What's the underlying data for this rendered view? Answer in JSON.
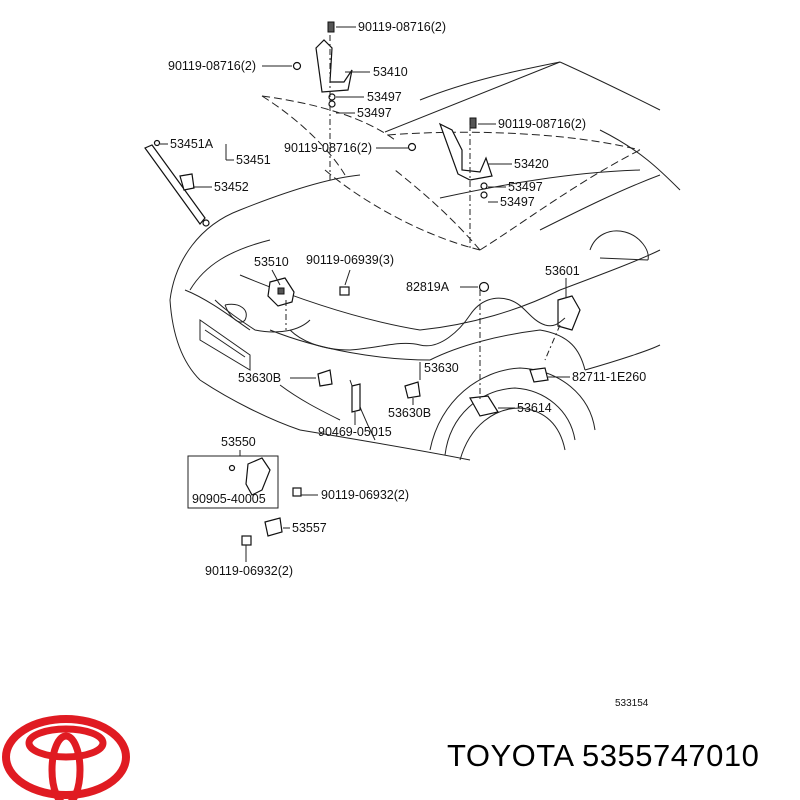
{
  "labels": {
    "l1": "90119-08716(2)",
    "l2": "90119-08716(2)",
    "l3": "53410",
    "l4": "53497",
    "l5": "53497",
    "l6": "90119-08716(2)",
    "l7": "90119-08716(2)",
    "l8": "53420",
    "l9": "53497",
    "l10": "53497",
    "l11": "53451A",
    "l12": "53451",
    "l13": "53452",
    "l14": "53510",
    "l15": "90119-06939(3)",
    "l16": "82819A",
    "l17": "53601",
    "l18": "53630B",
    "l19": "53630",
    "l20": "82711-1E260",
    "l21": "53630B",
    "l22": "53614",
    "l23": "90469-05015",
    "l24": "53550",
    "l25": "90905-40005",
    "l26": "90119-06932(2)",
    "l27": "53557",
    "l28": "90119-06932(2)",
    "diagram_code": "533154"
  },
  "brand": {
    "caption": "TOYOTA 5355747010",
    "logo_color": "#e01b22"
  }
}
